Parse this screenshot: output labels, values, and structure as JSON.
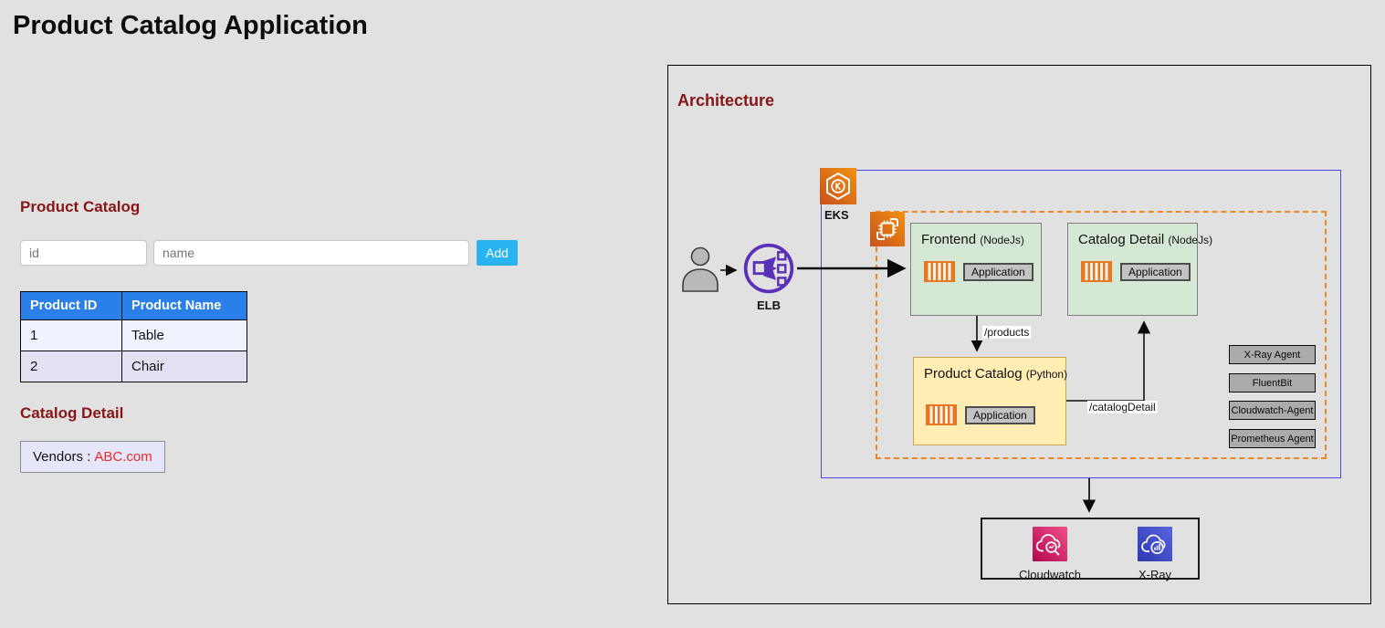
{
  "title": "Product Catalog Application",
  "product_catalog": {
    "heading": "Product Catalog",
    "form": {
      "id_placeholder": "id",
      "name_placeholder": "name",
      "add_button": "Add"
    },
    "table": {
      "headers": [
        "Product ID",
        "Product Name"
      ],
      "rows": [
        {
          "id": "1",
          "name": "Table"
        },
        {
          "id": "2",
          "name": "Chair"
        }
      ]
    }
  },
  "catalog_detail": {
    "heading": "Catalog Detail",
    "vendors_label": "Vendors :",
    "vendors_value": "ABC.com"
  },
  "architecture": {
    "heading": "Architecture",
    "eks_label": "EKS",
    "elb_label": "ELB",
    "services": {
      "frontend": {
        "name": "Frontend",
        "runtime": "(NodeJs)",
        "app": "Application"
      },
      "catalog_detail": {
        "name": "Catalog Detail",
        "runtime": "(NodeJs)",
        "app": "Application"
      },
      "product_catalog": {
        "name": "Product Catalog",
        "runtime": "(Python)",
        "app": "Application"
      }
    },
    "routes": {
      "products": "/products",
      "catalog_detail": "/catalogDetail"
    },
    "agents": [
      "X-Ray Agent",
      "FluentBit",
      "Cloudwatch-Agent",
      "Prometheus Agent"
    ],
    "monitoring": {
      "cloudwatch": "Cloudwatch",
      "xray": "X-Ray"
    }
  },
  "colors": {
    "background": "#e1e1e1",
    "heading_red": "#871616",
    "table_header_blue": "#2a80e8",
    "add_button_blue": "#29b4ef",
    "vendor_red": "#e82c22",
    "node_green": "#d5e8d4",
    "node_yellow": "#ffedb4",
    "eks_border_blue": "#4848e8",
    "dashed_orange": "#ed8722",
    "aws_orange": "#e87722",
    "elb_purple": "#5a30b8",
    "cloudwatch_pink": "#d2275f",
    "xray_blue": "#3d4ad0"
  }
}
